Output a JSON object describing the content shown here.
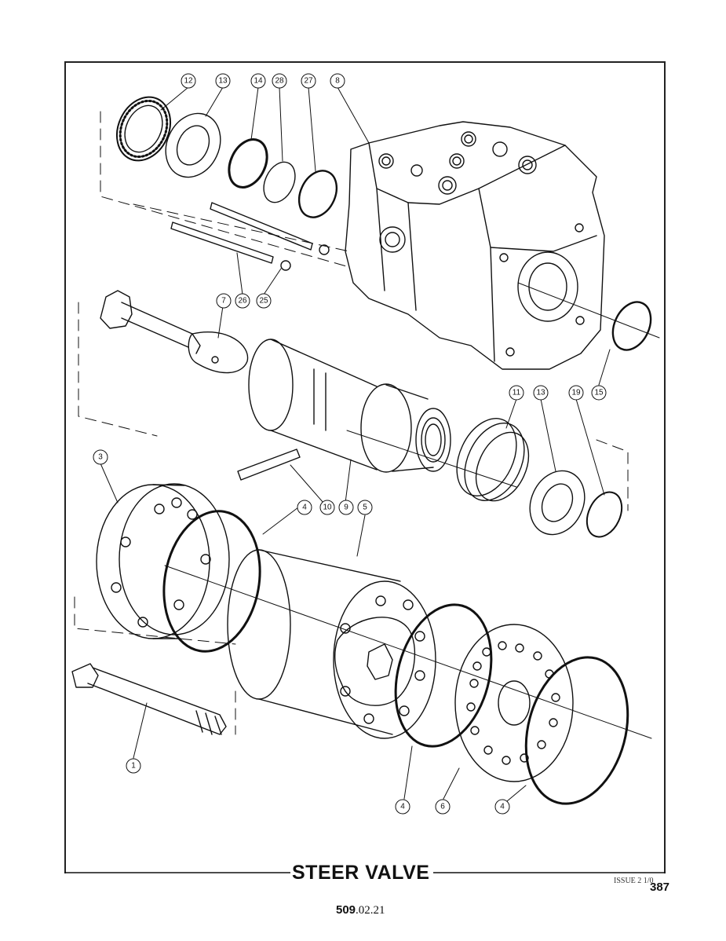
{
  "title": "STEER VALVE",
  "issue": "ISSUE 2 1/0",
  "page_number": "387",
  "reference": {
    "bold": "509",
    "rest": ".02.21"
  },
  "callouts": {
    "c12": "12",
    "c13a": "13",
    "c14": "14",
    "c28": "28",
    "c27": "27",
    "c8": "8",
    "c7": "7",
    "c26": "26",
    "c25": "25",
    "c11": "11",
    "c13b": "13",
    "c19": "19",
    "c15": "15",
    "c3": "3",
    "c4a": "4",
    "c10": "10",
    "c9": "9",
    "c5": "5",
    "c1": "1",
    "c4b": "4",
    "c6": "6",
    "c4c": "4"
  }
}
